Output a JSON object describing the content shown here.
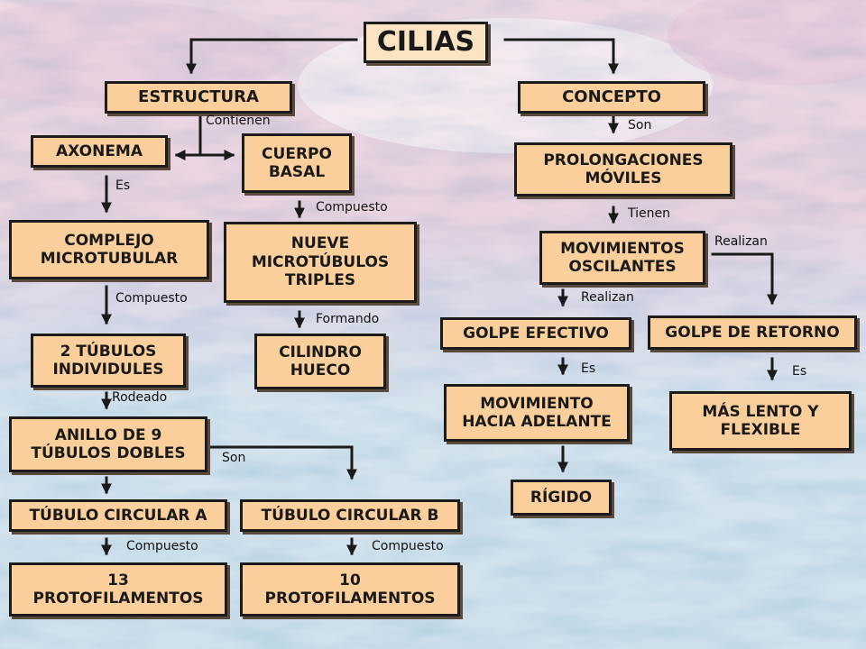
{
  "title": "CILIAS",
  "nodes": {
    "estructura": "ESTRUCTURA",
    "concepto": "CONCEPTO",
    "axonema": "AXONEMA",
    "cuerpo_basal": "CUERPO\nBASAL",
    "complejo_microtubular": "COMPLEJO\nMICROTUBULAR",
    "nueve_microtubulos_triples": "NUEVE\nMICROTÚBULOS\nTRIPLES",
    "dos_tubulos_individules": "2 TÚBULOS\nINDIVIDULES",
    "cilindro_hueco": "CILINDRO\nHUECO",
    "anillo_9_tubulos_dobles": "ANILLO DE 9\nTÚBULOS DOBLES",
    "tubulo_circular_a": "TÚBULO CIRCULAR A",
    "tubulo_circular_b": "TÚBULO CIRCULAR B",
    "protofilamentos_13": "13\nPROTOFILAMENTOS",
    "protofilamentos_10": "10\nPROTOFILAMENTOS",
    "prolongaciones_moviles": "PROLONGACIONES\nMÓVILES",
    "movimientos_oscilantes": "MOVIMIENTOS\nOSCILANTES",
    "golpe_efectivo": "GOLPE EFECTIVO",
    "golpe_de_retorno": "GOLPE DE RETORNO",
    "movimiento_hacia_adelante": "MOVIMIENTO\nHACIA ADELANTE",
    "mas_lento_y_flexible": "MÁS LENTO Y\nFLEXIBLE",
    "rigido": "RÍGIDO"
  },
  "labels": {
    "contienen": "Contienen",
    "es_axonema": "Es",
    "compuesto_cuerpo": "Compuesto",
    "compuesto_complejo": "Compuesto",
    "formando": "Formando",
    "rodeado": "Rodeado",
    "son_anillo": "Son",
    "compuesto_a": "Compuesto",
    "compuesto_b": "Compuesto",
    "son_concepto": "Son",
    "tienen": "Tienen",
    "realizan_right": "Realizan",
    "realizan_down": "Realizan",
    "es_efectivo": "Es",
    "es_retorno": "Es"
  },
  "colors": {
    "box_fill": "#fbcf9c",
    "box_border": "#1c1c1c",
    "arrow": "#1a1a1a"
  }
}
